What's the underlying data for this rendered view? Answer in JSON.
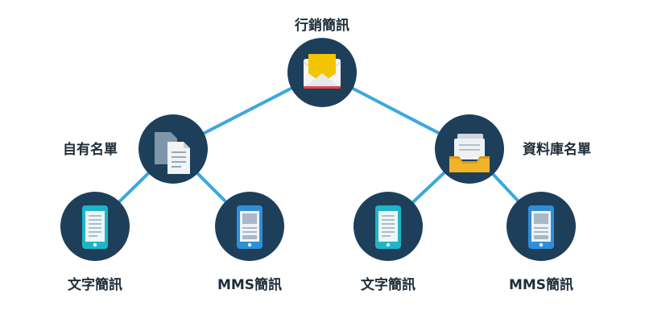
{
  "nodes": {
    "root": {
      "label": "行銷簡訊",
      "icon": "envelope-icon"
    },
    "own_list": {
      "label": "自有名單",
      "icon": "documents-icon"
    },
    "database_list": {
      "label": "資料庫名單",
      "icon": "inbox-tray-icon"
    },
    "own_text": {
      "label": "文字簡訊",
      "icon": "phone-text-icon"
    },
    "own_mms": {
      "label": "MMS簡訊",
      "icon": "phone-mms-icon"
    },
    "db_text": {
      "label": "文字簡訊",
      "icon": "phone-text-icon"
    },
    "db_mms": {
      "label": "MMS簡訊",
      "icon": "phone-mms-icon"
    }
  },
  "colors": {
    "node_fill": "#1e3f5a",
    "connector": "#3aa8e0",
    "label_text": "#1e2d3a",
    "envelope_yellow": "#f5c400",
    "phone_teal": "#1fb5c7"
  }
}
